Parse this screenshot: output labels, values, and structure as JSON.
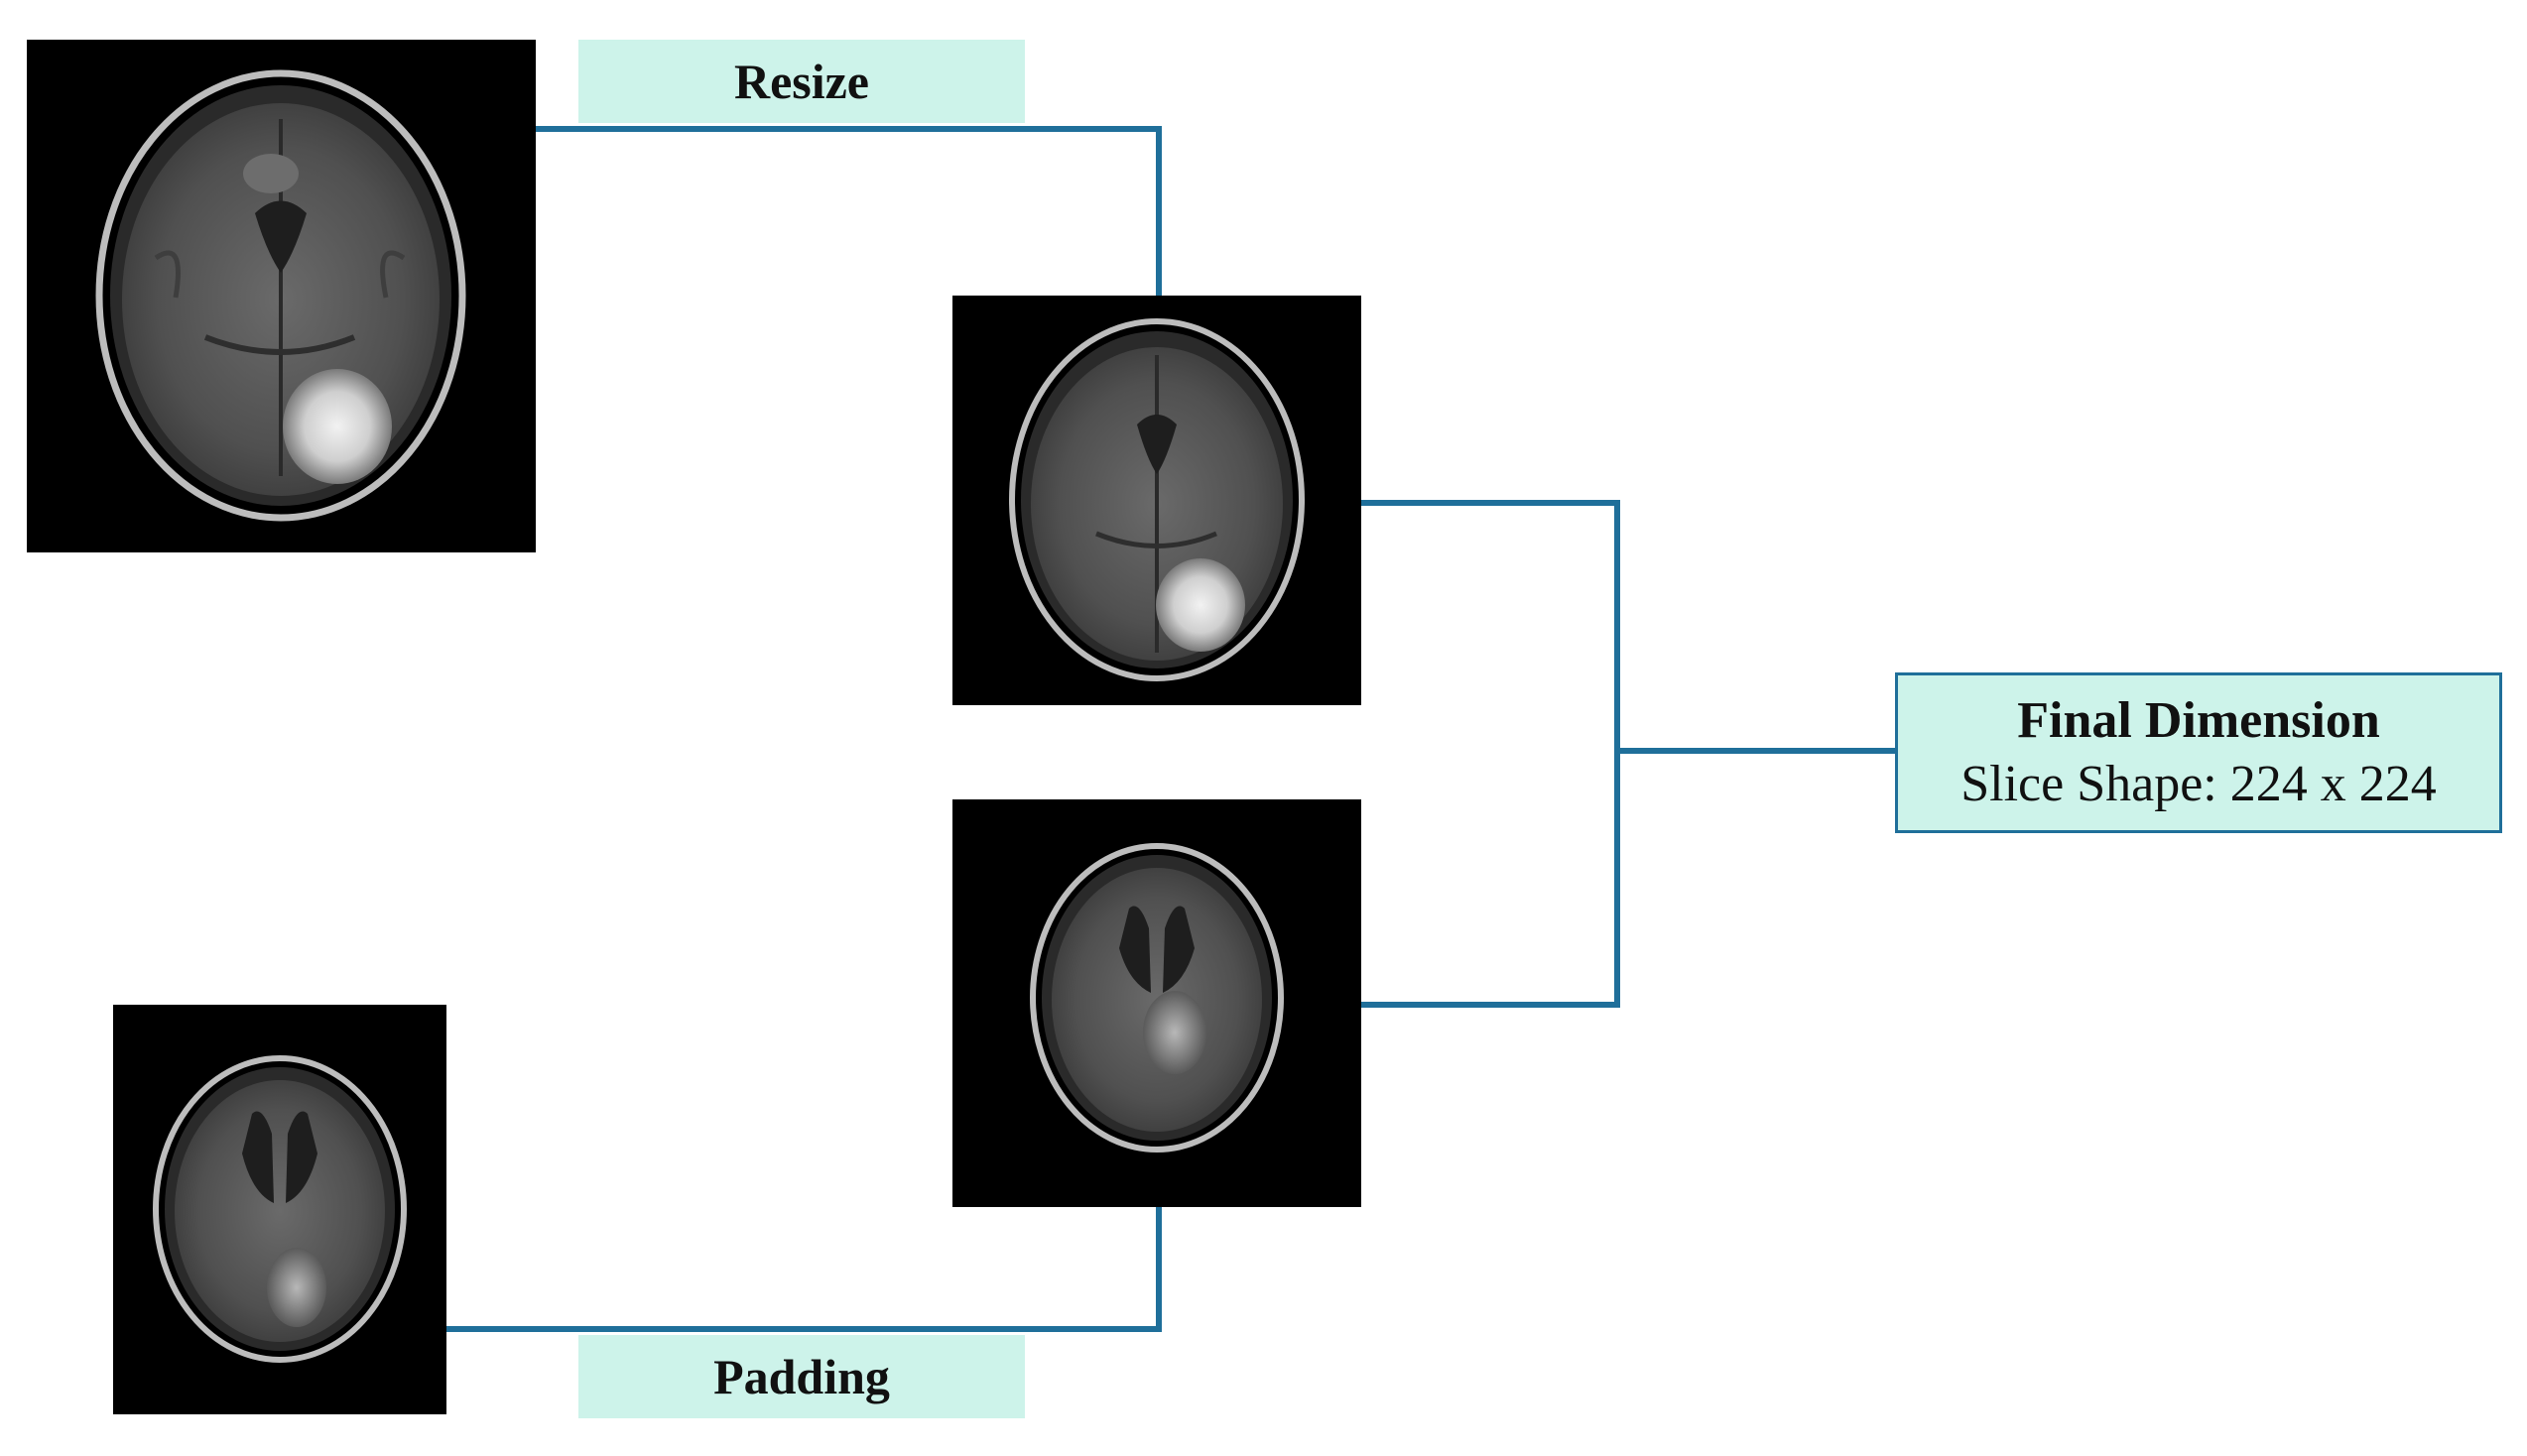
{
  "labels": {
    "resize": "Resize",
    "padding": "Padding",
    "final_title": "Final Dimension",
    "final_sub": "Slice Shape: 224 x 224"
  },
  "colors": {
    "connector": "#1f6f9a",
    "label_bg": "#cdf3ea",
    "image_bg": "#000000"
  },
  "images": {
    "original_large": "brain-mri-axial-slice-large",
    "original_small": "brain-mri-axial-slice-small",
    "resized": "brain-mri-axial-slice-resized",
    "padded": "brain-mri-axial-slice-padded"
  }
}
